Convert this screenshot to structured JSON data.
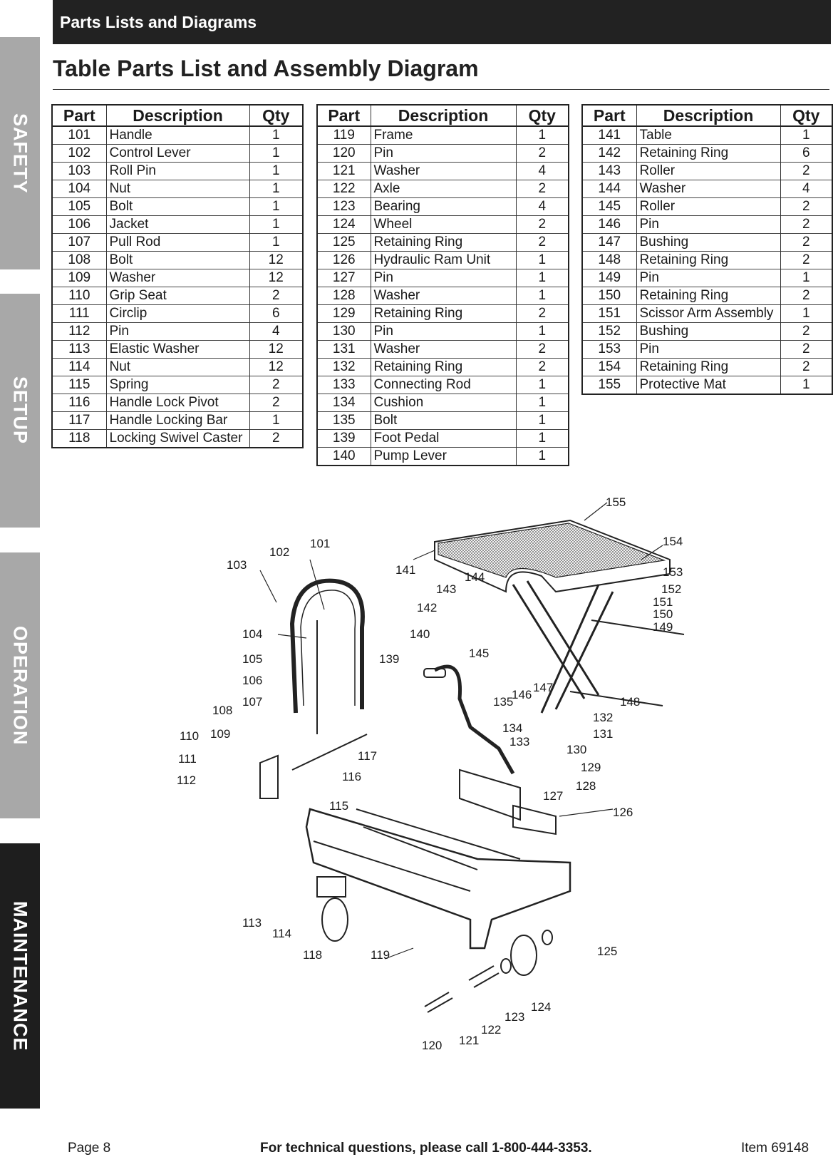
{
  "side_tabs": [
    {
      "label": "SAFETY",
      "active": false
    },
    {
      "label": "SETUP",
      "active": false
    },
    {
      "label": "OPERATION",
      "active": false
    },
    {
      "label": "MAINTENANCE",
      "active": true
    }
  ],
  "header": {
    "section_title": "Parts Lists and Diagrams"
  },
  "page_title": "Table Parts List and Assembly Diagram",
  "table_headers": {
    "part": "Part",
    "description": "Description",
    "qty": "Qty"
  },
  "tables": [
    [
      {
        "part": "101",
        "description": "Handle",
        "qty": "1"
      },
      {
        "part": "102",
        "description": "Control Lever",
        "qty": "1"
      },
      {
        "part": "103",
        "description": "Roll Pin",
        "qty": "1"
      },
      {
        "part": "104",
        "description": "Nut",
        "qty": "1"
      },
      {
        "part": "105",
        "description": "Bolt",
        "qty": "1"
      },
      {
        "part": "106",
        "description": "Jacket",
        "qty": "1"
      },
      {
        "part": "107",
        "description": "Pull Rod",
        "qty": "1"
      },
      {
        "part": "108",
        "description": "Bolt",
        "qty": "12"
      },
      {
        "part": "109",
        "description": "Washer",
        "qty": "12"
      },
      {
        "part": "110",
        "description": "Grip Seat",
        "qty": "2"
      },
      {
        "part": "111",
        "description": "Circlip",
        "qty": "6"
      },
      {
        "part": "112",
        "description": "Pin",
        "qty": "4"
      },
      {
        "part": "113",
        "description": "Elastic Washer",
        "qty": "12"
      },
      {
        "part": "114",
        "description": "Nut",
        "qty": "12"
      },
      {
        "part": "115",
        "description": "Spring",
        "qty": "2"
      },
      {
        "part": "116",
        "description": "Handle Lock Pivot",
        "qty": "2"
      },
      {
        "part": "117",
        "description": "Handle Locking Bar",
        "qty": "1"
      },
      {
        "part": "118",
        "description": "Locking Swivel Caster",
        "qty": "2"
      }
    ],
    [
      {
        "part": "119",
        "description": "Frame",
        "qty": "1"
      },
      {
        "part": "120",
        "description": "Pin",
        "qty": "2"
      },
      {
        "part": "121",
        "description": "Washer",
        "qty": "4"
      },
      {
        "part": "122",
        "description": "Axle",
        "qty": "2"
      },
      {
        "part": "123",
        "description": "Bearing",
        "qty": "4"
      },
      {
        "part": "124",
        "description": "Wheel",
        "qty": "2"
      },
      {
        "part": "125",
        "description": "Retaining Ring",
        "qty": "2"
      },
      {
        "part": "126",
        "description": "Hydraulic Ram Unit",
        "qty": "1"
      },
      {
        "part": "127",
        "description": "Pin",
        "qty": "1"
      },
      {
        "part": "128",
        "description": "Washer",
        "qty": "1"
      },
      {
        "part": "129",
        "description": "Retaining Ring",
        "qty": "2"
      },
      {
        "part": "130",
        "description": "Pin",
        "qty": "1"
      },
      {
        "part": "131",
        "description": "Washer",
        "qty": "2"
      },
      {
        "part": "132",
        "description": "Retaining Ring",
        "qty": "2"
      },
      {
        "part": "133",
        "description": "Connecting Rod",
        "qty": "1"
      },
      {
        "part": "134",
        "description": "Cushion",
        "qty": "1"
      },
      {
        "part": "135",
        "description": "Bolt",
        "qty": "1"
      },
      {
        "part": "139",
        "description": "Foot Pedal",
        "qty": "1"
      },
      {
        "part": "140",
        "description": "Pump Lever",
        "qty": "1"
      }
    ],
    [
      {
        "part": "141",
        "description": "Table",
        "qty": "1"
      },
      {
        "part": "142",
        "description": "Retaining Ring",
        "qty": "6"
      },
      {
        "part": "143",
        "description": "Roller",
        "qty": "2"
      },
      {
        "part": "144",
        "description": "Washer",
        "qty": "4"
      },
      {
        "part": "145",
        "description": "Roller",
        "qty": "2"
      },
      {
        "part": "146",
        "description": "Pin",
        "qty": "2"
      },
      {
        "part": "147",
        "description": "Bushing",
        "qty": "2"
      },
      {
        "part": "148",
        "description": "Retaining Ring",
        "qty": "2"
      },
      {
        "part": "149",
        "description": "Pin",
        "qty": "1"
      },
      {
        "part": "150",
        "description": "Retaining Ring",
        "qty": "2"
      },
      {
        "part": "151",
        "description": "Scissor Arm Assembly",
        "qty": "1"
      },
      {
        "part": "152",
        "description": "Bushing",
        "qty": "2"
      },
      {
        "part": "153",
        "description": "Pin",
        "qty": "2"
      },
      {
        "part": "154",
        "description": "Retaining Ring",
        "qty": "2"
      },
      {
        "part": "155",
        "description": "Protective Mat",
        "qty": "1"
      }
    ]
  ],
  "diagram_labels": [
    "101",
    "102",
    "103",
    "104",
    "105",
    "106",
    "107",
    "108",
    "109",
    "110",
    "111",
    "112",
    "113",
    "114",
    "115",
    "116",
    "117",
    "118",
    "119",
    "120",
    "121",
    "122",
    "123",
    "124",
    "125",
    "126",
    "127",
    "128",
    "129",
    "130",
    "131",
    "132",
    "133",
    "134",
    "135",
    "139",
    "140",
    "141",
    "142",
    "143",
    "144",
    "145",
    "146",
    "147",
    "148",
    "149",
    "150",
    "151",
    "152",
    "153",
    "154",
    "155"
  ],
  "footer": {
    "page": "Page 8",
    "tech": "For technical questions, please call 1-800-444-3353.",
    "item": "Item 69148"
  }
}
